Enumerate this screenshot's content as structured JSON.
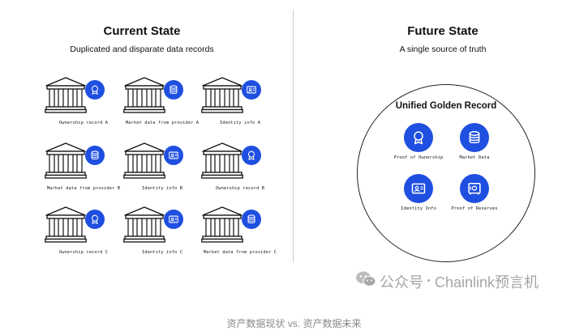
{
  "colors": {
    "accent": "#1f4fe0",
    "divider": "#cfcfcf",
    "text": "#111111"
  },
  "current": {
    "title": "Current State",
    "subtitle": "Duplicated and disparate data records",
    "records": [
      {
        "label": "Ownership record A",
        "icon": "ribbon-icon"
      },
      {
        "label": "Market data from provider A",
        "icon": "database-icon"
      },
      {
        "label": "Identity info A",
        "icon": "id-card-icon"
      },
      {
        "label": "Market data from provider B",
        "icon": "database-icon"
      },
      {
        "label": "Identity info B",
        "icon": "id-card-icon"
      },
      {
        "label": "Ownership record B",
        "icon": "ribbon-icon"
      },
      {
        "label": "Ownership record C",
        "icon": "ribbon-icon"
      },
      {
        "label": "Identity info C",
        "icon": "id-card-icon"
      },
      {
        "label": "Market data from provider C",
        "icon": "database-icon"
      }
    ]
  },
  "future": {
    "title": "Future State",
    "subtitle": "A single source of truth",
    "circle_title": "Unified Golden Record",
    "items": [
      {
        "label": "Proof of Ownership",
        "icon": "ribbon-icon"
      },
      {
        "label": "Market Data",
        "icon": "database-icon"
      },
      {
        "label": "Identity Info",
        "icon": "id-card-icon"
      },
      {
        "label": "Proof of Reserves",
        "icon": "safe-icon"
      }
    ]
  },
  "watermark": {
    "prefix": "公众号",
    "sep": "·",
    "name": "Chainlink预言机",
    "icon": "wechat-icon"
  },
  "caption": "资产数据现状 vs. 资产数据未来"
}
